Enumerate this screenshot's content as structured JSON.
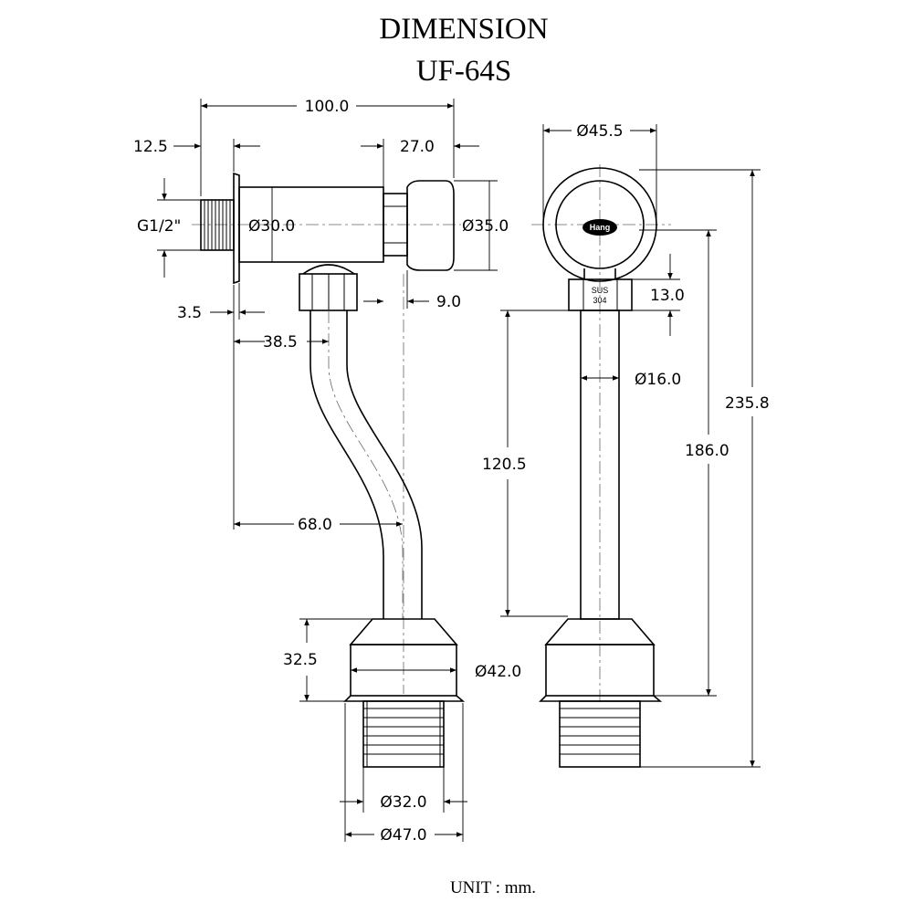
{
  "title": "DIMENSION",
  "model": "UF-64S",
  "unit": "UNIT : mm.",
  "logo_text": "Hang",
  "material_text_1": "SUS",
  "material_text_2": "304",
  "dimensions": {
    "overall_length": "100.0",
    "thread_length": "12.5",
    "button_length": "27.0",
    "thread_size": "G1/2\"",
    "body_diameter": "Ø30.0",
    "button_diameter": "Ø35.0",
    "flange_thickness": "3.5",
    "nut_gap": "9.0",
    "outlet_offset": "38.5",
    "bend_offset": "68.0",
    "cup_height": "32.5",
    "cup_diameter": "Ø42.0",
    "hose_diameter": "Ø32.0",
    "base_diameter": "Ø47.0",
    "ring_diameter": "Ø45.5",
    "nut_height": "13.0",
    "pipe_diameter": "Ø16.0",
    "pipe_length": "120.5",
    "total_height": "235.8",
    "pipe_total": "186.0"
  }
}
